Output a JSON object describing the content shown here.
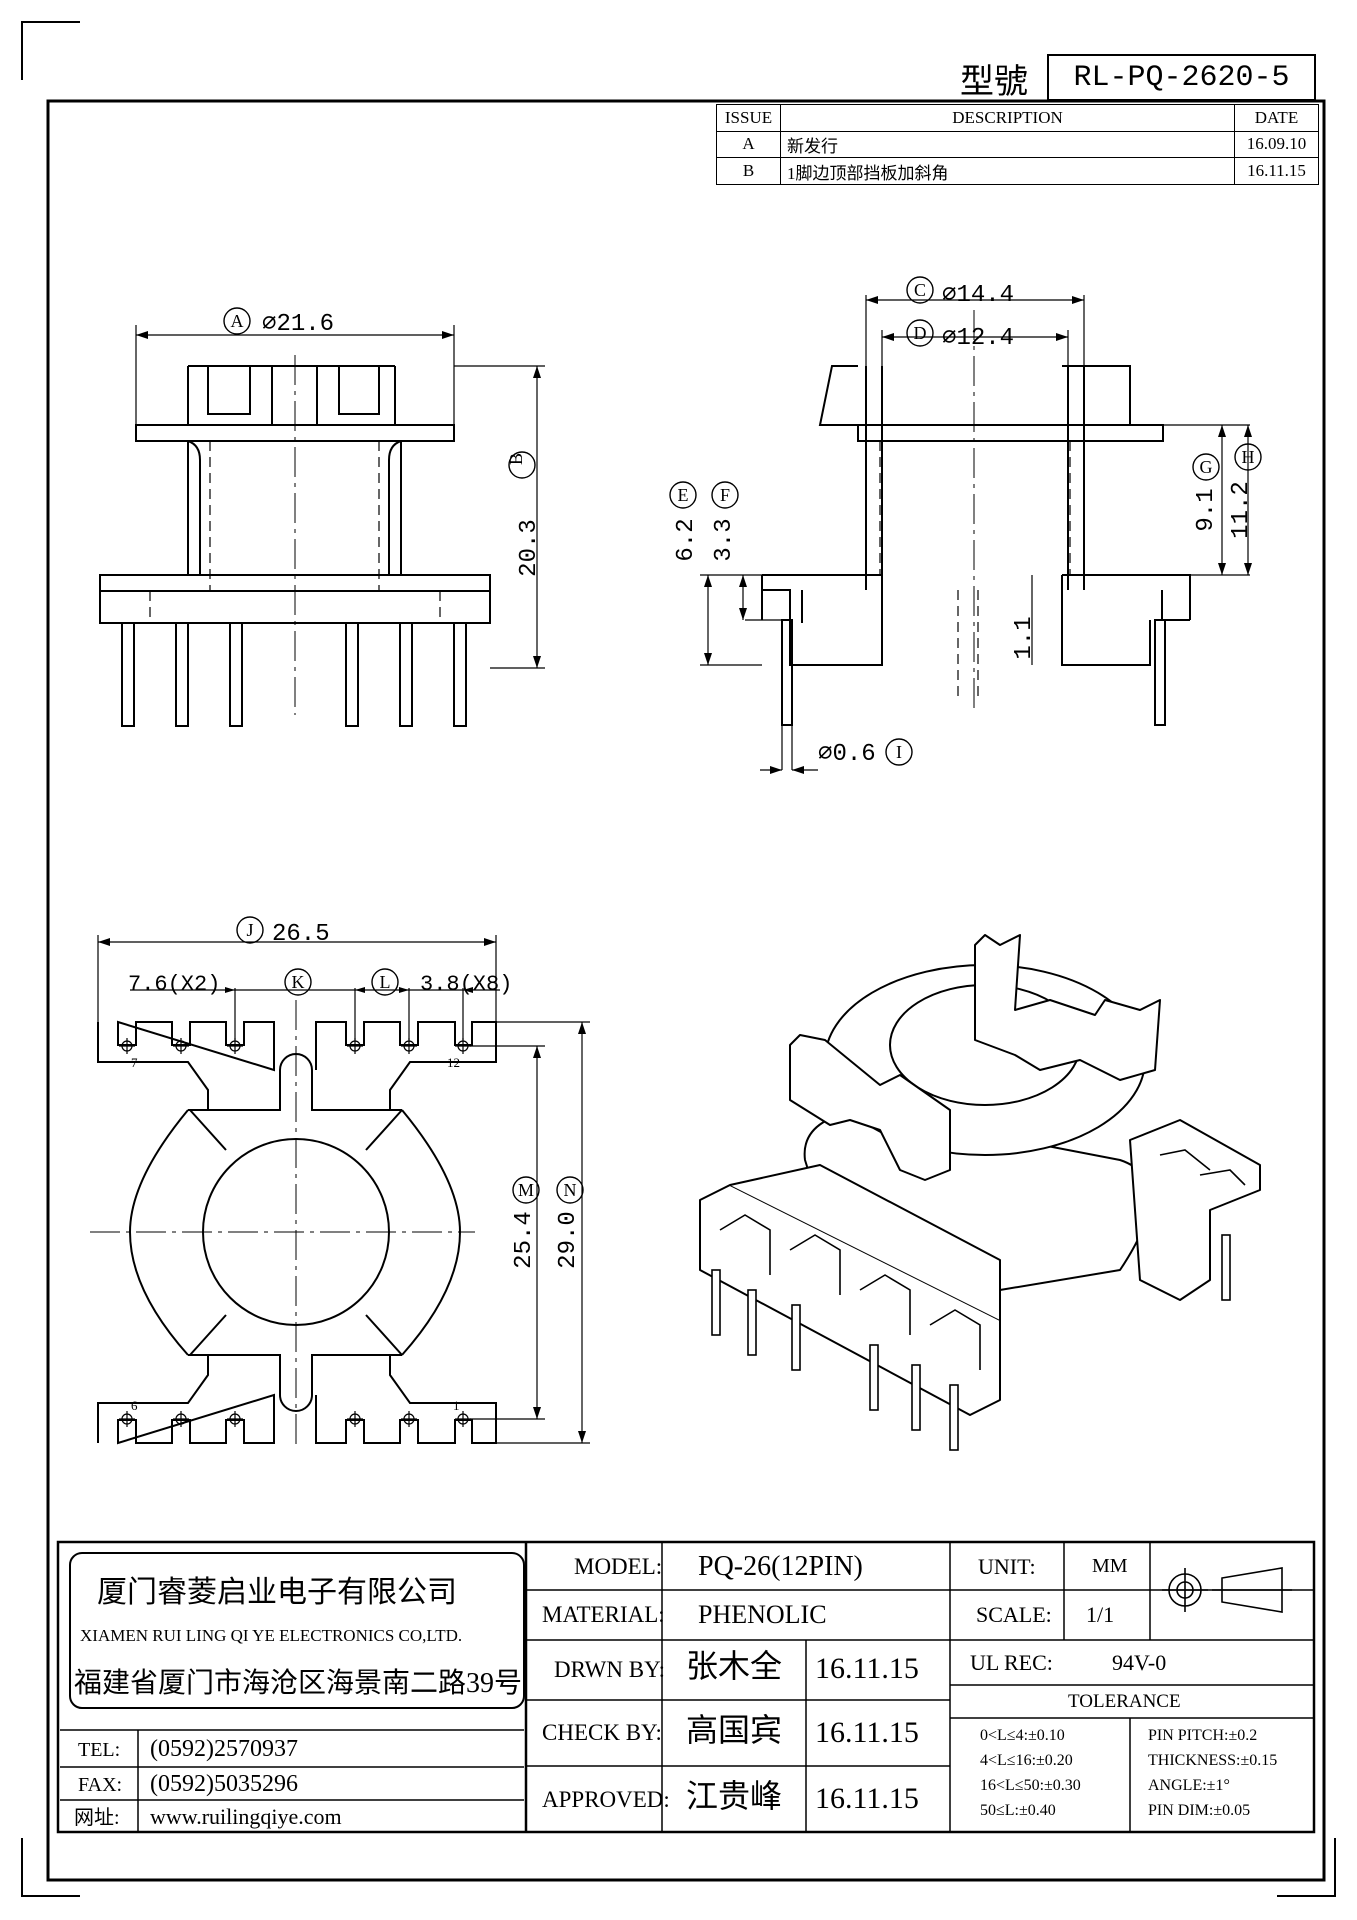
{
  "title_block": {
    "model_label": "型號",
    "model_no": "RL-PQ-2620-5"
  },
  "revisions": {
    "headers": [
      "ISSUE",
      "DESCRIPTION",
      "DATE"
    ],
    "rows": [
      {
        "issue": "A",
        "description": "新发行",
        "date": "16.09.10"
      },
      {
        "issue": "B",
        "description": "1脚边顶部挡板加斜角",
        "date": "16.11.15"
      }
    ]
  },
  "dimensions": {
    "A": {
      "tag": "A",
      "value": "⌀21.6"
    },
    "B": {
      "tag": "B",
      "value": "20.3"
    },
    "C": {
      "tag": "C",
      "value": "⌀14.4"
    },
    "D": {
      "tag": "D",
      "value": "⌀12.4"
    },
    "E": {
      "tag": "E",
      "value": "6.2"
    },
    "F": {
      "tag": "F",
      "value": "3.3"
    },
    "G": {
      "tag": "G",
      "value": "9.1"
    },
    "H": {
      "tag": "H",
      "value": "11.2"
    },
    "I": {
      "tag": "I",
      "value": "⌀0.6"
    },
    "J": {
      "tag": "J",
      "value": "26.5"
    },
    "K": {
      "tag": "K",
      "value": "7.6(X2)"
    },
    "L": {
      "tag": "L",
      "value": "3.8(X8)"
    },
    "M": {
      "tag": "M",
      "value": "25.4"
    },
    "N": {
      "tag": "N",
      "value": "29.0"
    },
    "misc": "1.1"
  },
  "pin_labels": [
    "7",
    "12",
    "6",
    "1"
  ],
  "company": {
    "name_cn": "厦门睿菱启业电子有限公司",
    "name_en": "XIAMEN RUI LING QI YE ELECTRONICS CO,LTD.",
    "address": "福建省厦门市海沧区海景南二路39号",
    "tel_label": "TEL:",
    "tel": "(0592)2570937",
    "fax_label": "FAX:",
    "fax": "(0592)5035296",
    "web_label": "网址:",
    "web": "www.ruilingqiye.com"
  },
  "spec": {
    "model_label": "MODEL:",
    "model_value": "PQ-26(12PIN)",
    "material_label": "MATERIAL:",
    "material_value": "PHENOLIC",
    "drawn_label": "DRWN BY:",
    "drawn_name": "张木全",
    "drawn_date": "16.11.15",
    "check_label": "CHECK BY:",
    "check_name": "高国宾",
    "check_date": "16.11.15",
    "approved_label": "APPROVED:",
    "approved_name": "江贵峰",
    "approved_date": "16.11.15",
    "unit_label": "UNIT:",
    "unit_value": "MM",
    "scale_label": "SCALE:",
    "scale_value": "1/1",
    "ul_label": "UL REC:",
    "ul_value": "94V-0",
    "tolerance_label": "TOLERANCE",
    "tolerances_left": [
      "0<L≤4:±0.10",
      "4<L≤16:±0.20",
      "16<L≤50:±0.30",
      "50≤L:±0.40"
    ],
    "tolerances_right": [
      "PIN PITCH:±0.2",
      "THICKNESS:±0.15",
      "ANGLE:±1°",
      "PIN DIM:±0.05"
    ]
  }
}
